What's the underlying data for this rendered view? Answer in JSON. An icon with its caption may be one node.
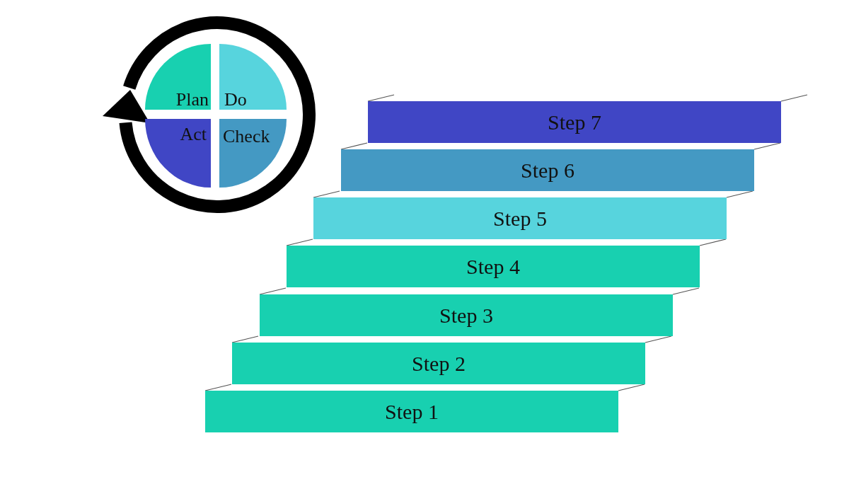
{
  "diagram": {
    "nodes": [
      {
        "text": [
          "Plan"
        ]
      },
      {
        "text": [
          "Do"
        ]
      },
      {
        "text": [
          "Act"
        ]
      },
      {
        "text": [
          "Check"
        ]
      },
      {
        "text": [
          "Step 7"
        ]
      },
      {
        "text": [
          "Step 6"
        ]
      },
      {
        "text": [
          "Step 5"
        ]
      },
      {
        "text": [
          "Step 4"
        ]
      },
      {
        "text": [
          "Step 3"
        ]
      },
      {
        "text": [
          "Step 2"
        ]
      },
      {
        "text": [
          "Step 1"
        ]
      }
    ]
  }
}
